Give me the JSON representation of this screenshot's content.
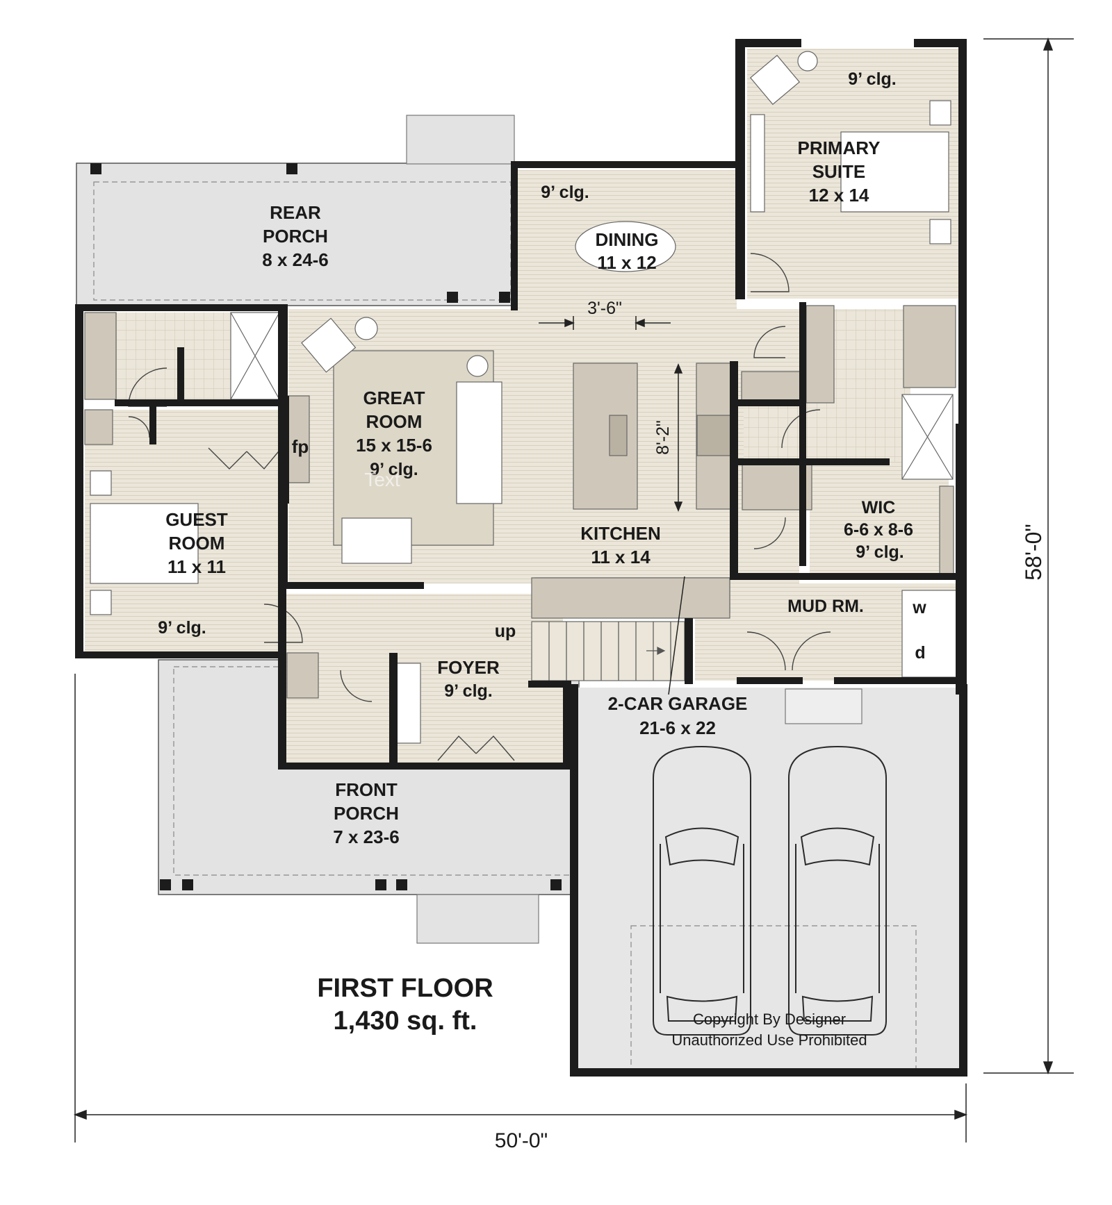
{
  "colors": {
    "wall": "#1c1c1c",
    "floor": "#ebe6d9",
    "porch": "#e3e3e3",
    "garage": "#e6e6e6",
    "furniture": "#cfc8ba",
    "rug": "#ddd7c8"
  },
  "title": {
    "line1": "FIRST FLOOR",
    "line2": "1,430 sq. ft."
  },
  "copyright": {
    "line1": "Copyright By Designer",
    "line2": "Unauthorized Use Prohibited"
  },
  "watermark": "Text",
  "dimensions": {
    "width": "50'-0\"",
    "depth": "58'-0\"",
    "island_gap": "3'-6\"",
    "island_length": "8'-2\""
  },
  "rooms": {
    "rear_porch": {
      "line1": "REAR",
      "line2": "PORCH",
      "size": "8 x 24-6"
    },
    "dining": {
      "name": "DINING",
      "size": "11 x 12",
      "ceiling": "9’ clg."
    },
    "primary_suite": {
      "line1": "PRIMARY",
      "line2": "SUITE",
      "size": "12 x 14",
      "ceiling": "9’ clg."
    },
    "great_room": {
      "line1": "GREAT",
      "line2": "ROOM",
      "size": "15 x 15-6",
      "ceiling": "9’ clg."
    },
    "fireplace": "fp",
    "guest_room": {
      "line1": "GUEST",
      "line2": "ROOM",
      "size": "11 x 11",
      "ceiling": "9’ clg."
    },
    "kitchen": {
      "name": "KITCHEN",
      "size": "11 x 14"
    },
    "wic": {
      "name": "WIC",
      "size": "6-6 x 8-6",
      "ceiling": "9’ clg."
    },
    "mud_room": {
      "name": "MUD RM.",
      "washer": "w",
      "dryer": "d"
    },
    "foyer": {
      "name": "FOYER",
      "ceiling": "9’ clg.",
      "stairs": "up"
    },
    "garage": {
      "name": "2-CAR GARAGE",
      "size": "21-6 x 22"
    },
    "front_porch": {
      "line1": "FRONT",
      "line2": "PORCH",
      "size": "7 x 23-6"
    }
  }
}
